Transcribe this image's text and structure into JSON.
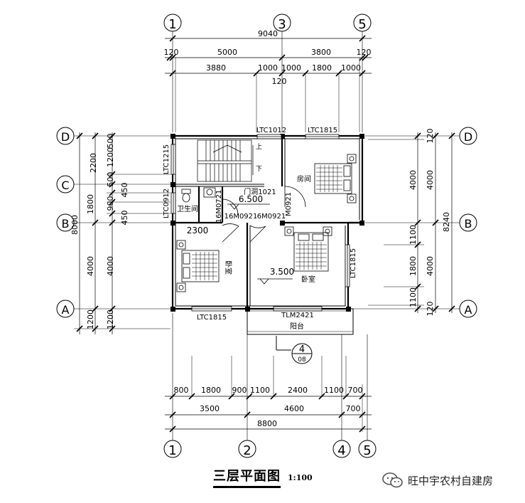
{
  "drawing": {
    "title": "三层平面图",
    "scale": "1:100"
  },
  "axes": {
    "top": [
      "1",
      "3",
      "5"
    ],
    "bottom": [
      "1",
      "2",
      "4",
      "5"
    ],
    "left": [
      "D",
      "C",
      "B",
      "A"
    ],
    "right": [
      "D",
      "B",
      "A"
    ]
  },
  "dimensions": {
    "top_overall": "9040",
    "top_row2": [
      "120",
      "5000",
      "3800",
      "120"
    ],
    "top_row3": [
      "3880",
      "1000",
      "1000",
      "1800",
      "1000"
    ],
    "top_row3_sub": "120",
    "left_outer": "8000",
    "left_mid": [
      "1800",
      "4000",
      "1200"
    ],
    "left_inner": [
      "2200",
      "1200",
      "500",
      "500",
      "450",
      "900",
      "450",
      "4000",
      "1200"
    ],
    "right_inner": [
      "4000",
      "1100",
      "1800",
      "1100",
      "120",
      "120"
    ],
    "right_mid": [
      "4000",
      "4000"
    ],
    "right_outer": "8240",
    "bottom_row1": [
      "800",
      "1800",
      "900",
      "1100",
      "2400",
      "1100",
      "700"
    ],
    "bottom_row2": [
      "3500",
      "4600",
      "700"
    ],
    "bottom_overall": "8800",
    "interior_2300": "2300"
  },
  "rooms": {
    "bedroom_east": "房间",
    "bathroom": "卫生间",
    "bedroom_sw": "卧室",
    "bedroom_main": "卧室",
    "balcony": "阳台"
  },
  "levels": {
    "upper": "6.500",
    "main": "3.500"
  },
  "openings": {
    "ltc1012": "LTC1012",
    "ltc1815_top": "LTC1815",
    "ltc1215": "LTC1215",
    "ltc0912": "LTC0912",
    "m0921_top": "门洞1021",
    "m0921_right": "M0921",
    "m0721": "16M0721",
    "m0921_a": "16M0921",
    "m0921_b": "6M0921",
    "ltc1815_right": "LTC1815",
    "ltc1815_bottom": "LTC1815",
    "tlm2421": "TLM2421",
    "stair_up": "上",
    "stair_down": "下"
  },
  "detail_callout": {
    "number": "4",
    "sheet": "08"
  },
  "watermark": {
    "text": "旺中宇农村自建房",
    "icon": "wechat-logo-icon"
  }
}
